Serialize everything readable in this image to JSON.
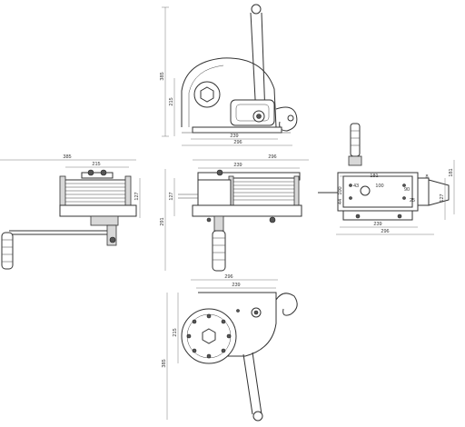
{
  "views": {
    "top": {
      "dim_height_total": "385",
      "dim_height_housing": "215",
      "dim_width_inner": "239",
      "dim_width_outer": "296"
    },
    "left": {
      "dim_crank_length": "385",
      "dim_drum_width": "215",
      "dim_drum_height": "127"
    },
    "front": {
      "dim_inner": "239",
      "dim_outer": "296",
      "dim_height": "127",
      "dim_total_height": "291"
    },
    "right": {
      "dim_top": "181",
      "dim_a": "43",
      "dim_b": "100",
      "dim_c": "90",
      "dim_d": "25",
      "dim_e": "44",
      "dim_f": "100",
      "dim_g": "8",
      "dim_height_total": "181",
      "dim_height_body": "127",
      "dim_width_inner": "239",
      "dim_width_outer": "296"
    },
    "bottom": {
      "dim_outer": "296",
      "dim_inner": "239",
      "dim_height_housing": "215",
      "dim_height_total": "385"
    }
  }
}
